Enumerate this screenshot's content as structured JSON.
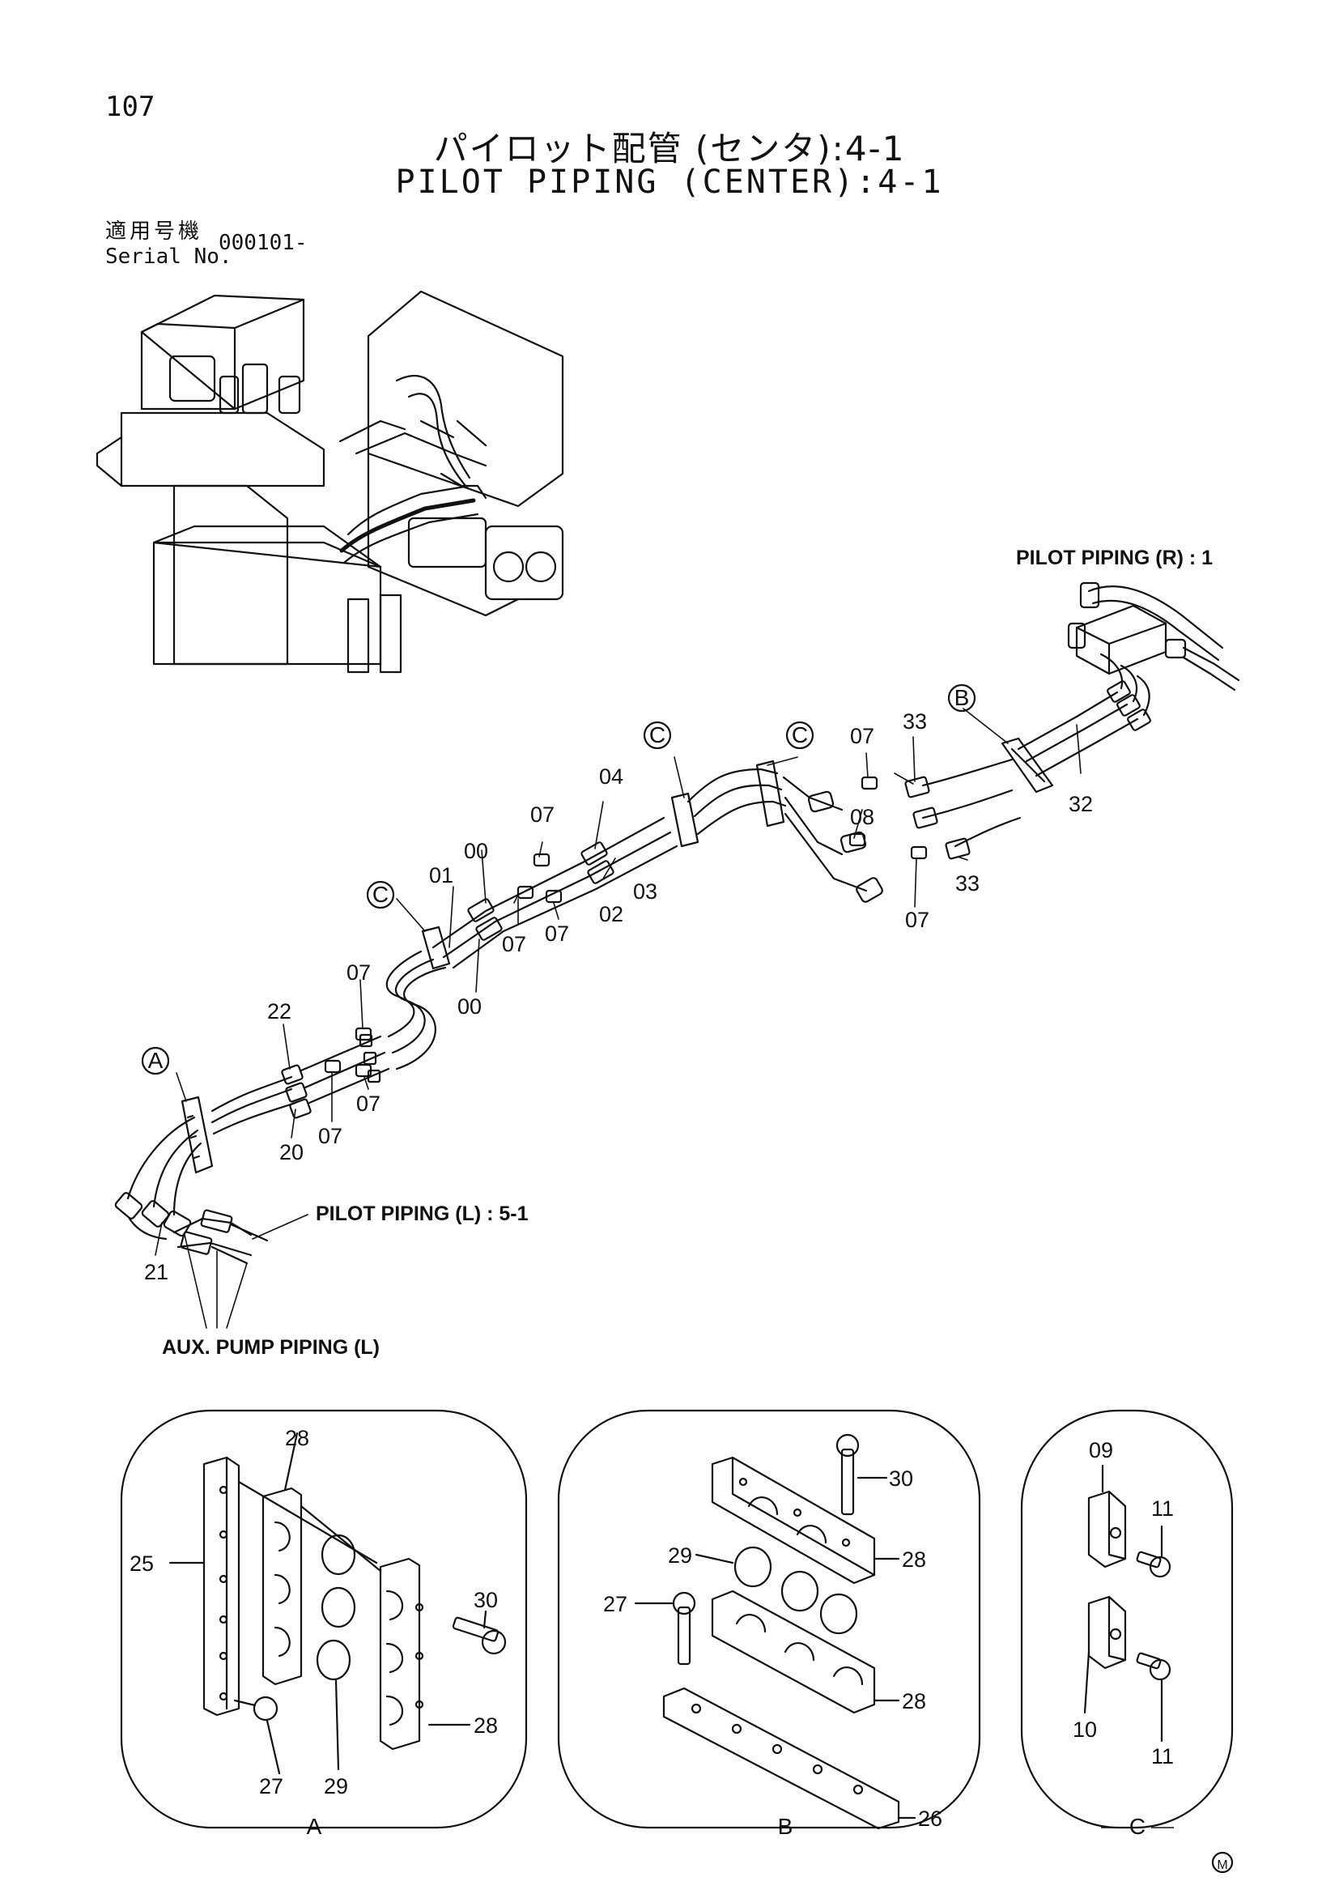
{
  "page_number": "107",
  "title_jp": "パイロット配管 (センタ):4-1",
  "title_en": "PILOT PIPING (CENTER):4-1",
  "serial": {
    "label_jp": "適用号機",
    "label_en": "Serial No.",
    "value": "000101-"
  },
  "references": {
    "pilot_r": "PILOT PIPING (R) : 1",
    "pilot_l": "PILOT PIPING (L) : 5-1",
    "aux_pump": "AUX. PUMP PIPING (L)"
  },
  "callouts": {
    "a": "A",
    "b": "B",
    "c": "C"
  },
  "part_numbers": {
    "p00": "00",
    "p01": "01",
    "p02": "02",
    "p03": "03",
    "p04": "04",
    "p07": "07",
    "p08": "08",
    "p09": "09",
    "p10": "10",
    "p11": "11",
    "p20": "20",
    "p21": "21",
    "p22": "22",
    "p25": "25",
    "p26": "26",
    "p27": "27",
    "p28": "28",
    "p29": "29",
    "p30": "30",
    "p32": "32",
    "p33": "33"
  },
  "details": {
    "a": "A",
    "b": "B",
    "c": "C"
  },
  "mark": "M"
}
